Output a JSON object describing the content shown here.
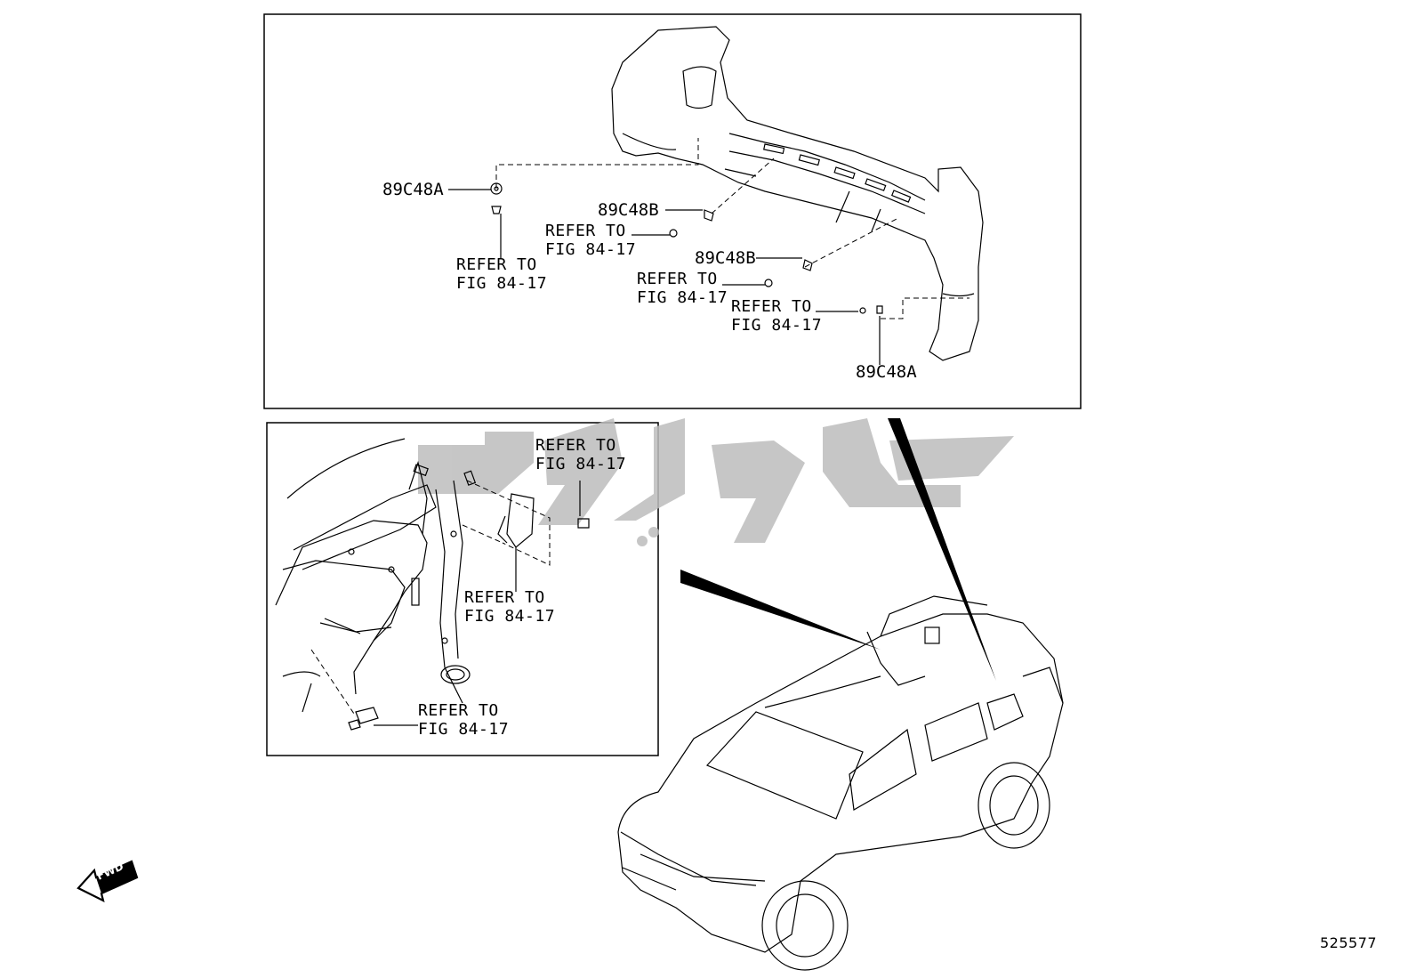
{
  "part_labels": {
    "a_top_left": "89C48A",
    "b_upper": "89C48B",
    "b_lower": "89C48B",
    "a_bottom_right": "89C48A"
  },
  "refer_labels": [
    {
      "line1": "REFER TO",
      "line2": "FIG 84-17"
    },
    {
      "line1": "REFER TO",
      "line2": "FIG 84-17"
    },
    {
      "line1": "REFER TO",
      "line2": "FIG 84-17"
    },
    {
      "line1": "REFER TO",
      "line2": "FIG 84-17"
    },
    {
      "line1": "REFER TO",
      "line2": "FIG 84-17"
    },
    {
      "line1": "REFER TO",
      "line2": "FIG 84-17"
    },
    {
      "line1": "REFER TO",
      "line2": "FIG 84-17"
    }
  ],
  "direction_badge": "FWD",
  "figure_number": "525577",
  "watermark_color": "#bdbdbd"
}
